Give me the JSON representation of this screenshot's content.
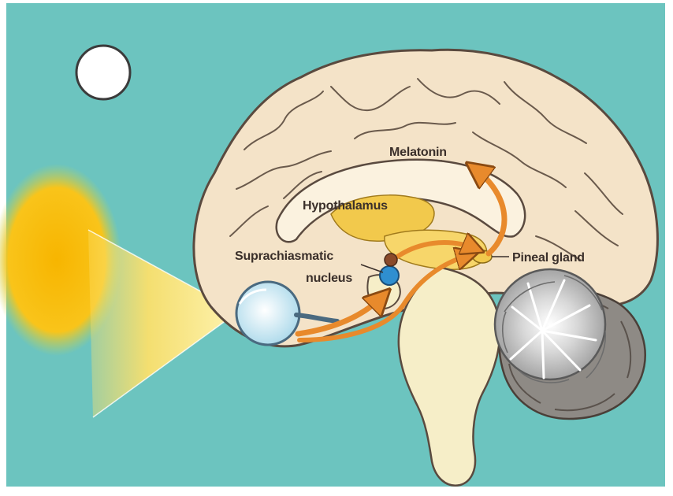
{
  "diagram": {
    "labels": {
      "melatonin": "Melatonin",
      "hypothalamus": "Hypothalamus",
      "scn_line1": "Suprachiasmatic",
      "scn_line2": "nucleus",
      "pineal": "Pineal gland"
    },
    "colors": {
      "background": "#6cc4bf",
      "brain": "#f4e3c8",
      "brain_outline": "#5a4a3f",
      "hypothalamus": "#f2c94c",
      "arrow": "#e88a2c",
      "scn": "#2f8fd0",
      "sun": "#f6b800",
      "light_cone": "#fbe58a",
      "cerebellum": "#c9c9c9",
      "brainstem": "#f6eec8"
    }
  }
}
